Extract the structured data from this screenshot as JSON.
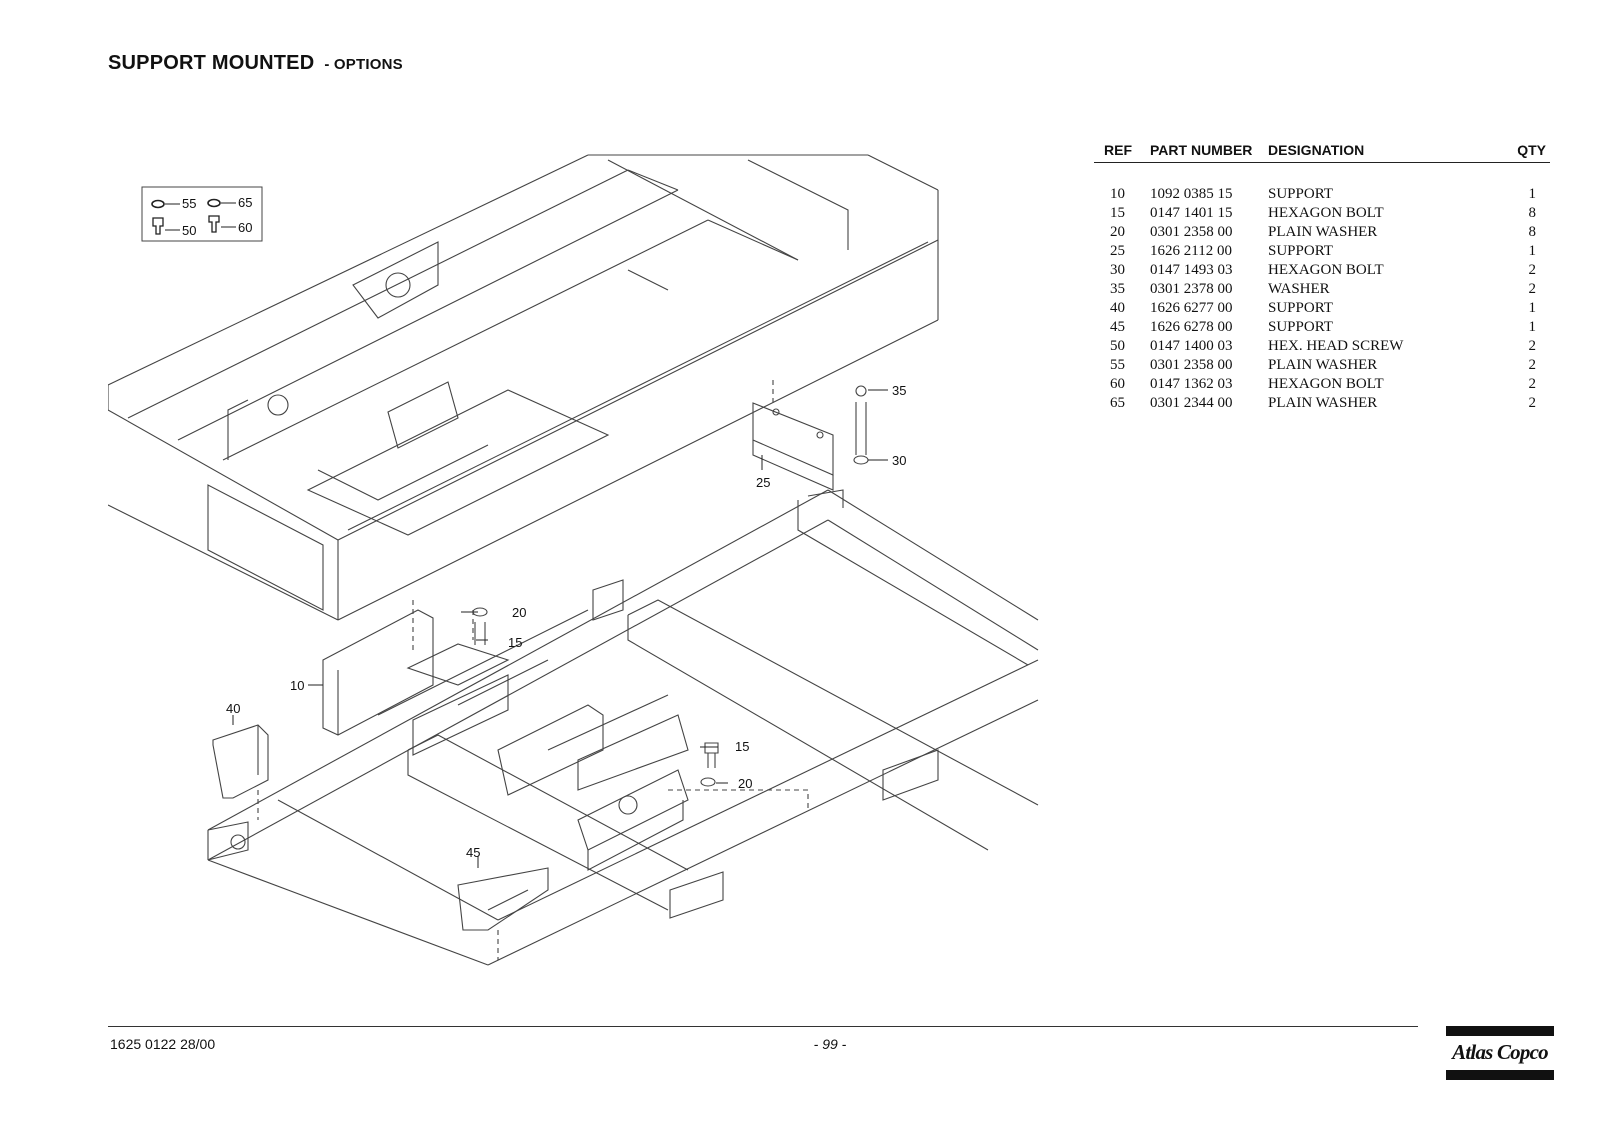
{
  "header": {
    "title": "SUPPORT MOUNTED",
    "subtitle": "- OPTIONS"
  },
  "table": {
    "columns": [
      "REF",
      "PART NUMBER",
      "DESIGNATION",
      "QTY"
    ],
    "rows": [
      {
        "ref": "10",
        "part": "1092 0385 15",
        "designation": "SUPPORT",
        "qty": "1"
      },
      {
        "ref": "15",
        "part": "0147 1401 15",
        "designation": "HEXAGON BOLT",
        "qty": "8"
      },
      {
        "ref": "20",
        "part": "0301 2358 00",
        "designation": "PLAIN WASHER",
        "qty": "8"
      },
      {
        "ref": "25",
        "part": "1626 2112 00",
        "designation": "SUPPORT",
        "qty": "1"
      },
      {
        "ref": "30",
        "part": "0147 1493 03",
        "designation": "HEXAGON BOLT",
        "qty": "2"
      },
      {
        "ref": "35",
        "part": "0301 2378 00",
        "designation": "WASHER",
        "qty": "2"
      },
      {
        "ref": "40",
        "part": "1626 6277 00",
        "designation": "SUPPORT",
        "qty": "1"
      },
      {
        "ref": "45",
        "part": "1626 6278 00",
        "designation": "SUPPORT",
        "qty": "1"
      },
      {
        "ref": "50",
        "part": "0147 1400 03",
        "designation": "HEX. HEAD SCREW",
        "qty": "2"
      },
      {
        "ref": "55",
        "part": "0301 2358 00",
        "designation": "PLAIN WASHER",
        "qty": "2"
      },
      {
        "ref": "60",
        "part": "0147 1362 03",
        "designation": "HEXAGON BOLT",
        "qty": "2"
      },
      {
        "ref": "65",
        "part": "0301 2344 00",
        "designation": "PLAIN WASHER",
        "qty": "2"
      }
    ]
  },
  "callouts": {
    "inset": [
      "55",
      "65",
      "50",
      "60"
    ],
    "drawing": [
      "35",
      "30",
      "25",
      "20",
      "15",
      "10",
      "40",
      "15",
      "20",
      "45"
    ]
  },
  "footer": {
    "doc_number": "1625 0122 28/00",
    "page": "- 99 -",
    "brand": "Atlas Copco"
  }
}
